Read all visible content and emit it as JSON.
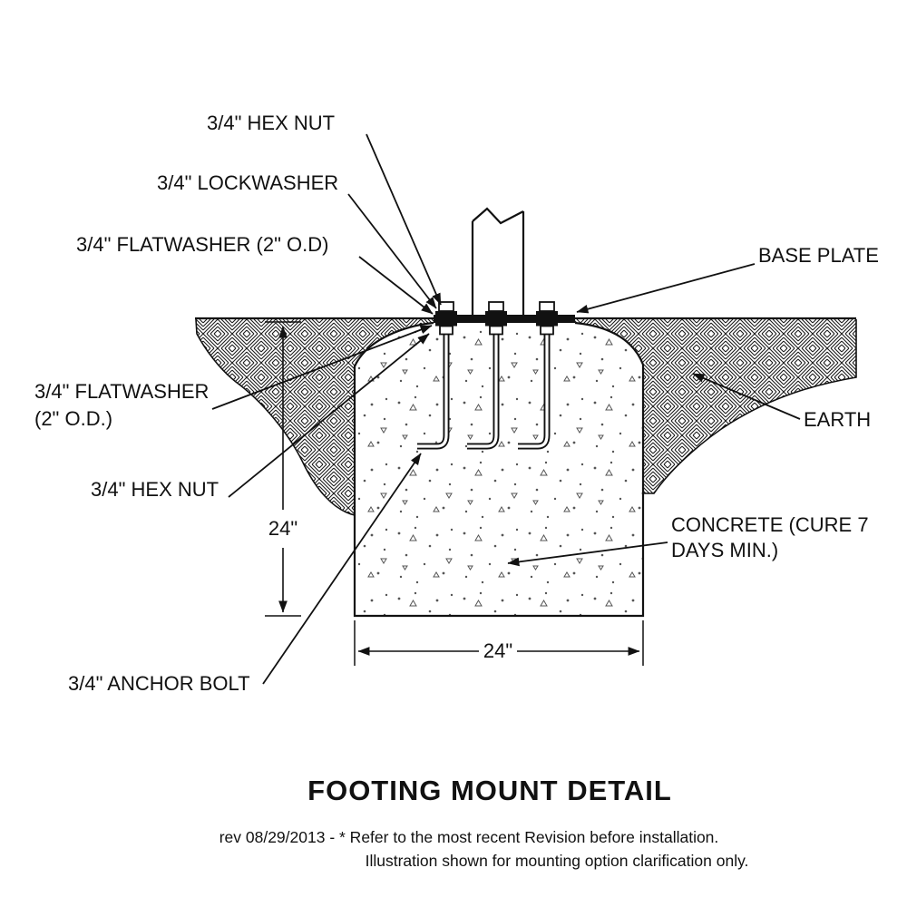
{
  "title": "FOOTING MOUNT DETAIL",
  "notes": {
    "line1": "rev 08/29/2013 - * Refer to the most recent Revision before installation.",
    "line2": "Illustration shown for mounting option clarification only."
  },
  "labels": {
    "hex_nut_top": "3/4\" HEX NUT",
    "lockwasher": "3/4\" LOCKWASHER",
    "flatwasher_top": "3/4\" FLATWASHER (2\" O.D)",
    "base_plate": "BASE PLATE",
    "flatwasher_bottom_line1": "3/4\" FLATWASHER",
    "flatwasher_bottom_line2": "(2\" O.D.)",
    "earth": "EARTH",
    "hex_nut_bottom": "3/4\" HEX NUT",
    "concrete_line1": "CONCRETE (CURE 7",
    "concrete_line2": "DAYS MIN.)",
    "anchor_bolt": "3/4\" ANCHOR BOLT"
  },
  "dimensions": {
    "depth": "24\"",
    "width": "24\""
  },
  "colors": {
    "ink": "#111111",
    "background": "#ffffff"
  }
}
